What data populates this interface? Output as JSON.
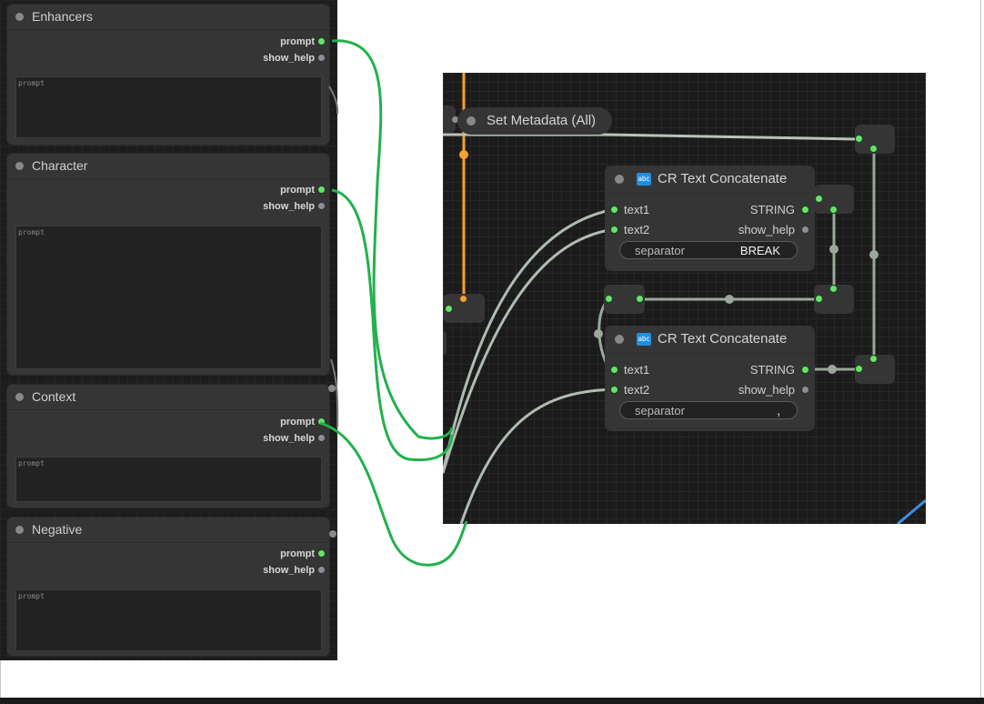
{
  "left_nodes": [
    {
      "title": "Enhancers",
      "outputs": [
        "prompt",
        "show_help"
      ],
      "placeholder": "prompt"
    },
    {
      "title": "Character",
      "outputs": [
        "prompt",
        "show_help"
      ],
      "placeholder": "prompt"
    },
    {
      "title": "Context",
      "outputs": [
        "prompt",
        "show_help"
      ],
      "placeholder": "prompt"
    },
    {
      "title": "Negative",
      "outputs": [
        "prompt",
        "show_help"
      ],
      "placeholder": "prompt"
    }
  ],
  "set_metadata": {
    "title": "Set Metadata (All)"
  },
  "concat_nodes": [
    {
      "title": "CR Text Concatenate",
      "icon_label": "abc",
      "inputs": [
        "text1",
        "text2"
      ],
      "outputs": [
        "STRING",
        "show_help"
      ],
      "separator_label": "separator",
      "separator_value": "BREAK"
    },
    {
      "title": "CR Text Concatenate",
      "icon_label": "abc",
      "inputs": [
        "text1",
        "text2"
      ],
      "outputs": [
        "STRING",
        "show_help"
      ],
      "separator_label": "separator",
      "separator_value": ","
    }
  ],
  "colors": {
    "link_green": "#22b14c",
    "link_grey": "#9aa89a",
    "link_orange": "#f5a030",
    "link_blue": "#3d8fe6",
    "port_green": "#66e36b",
    "accent_abc": "#1f8fe0"
  }
}
